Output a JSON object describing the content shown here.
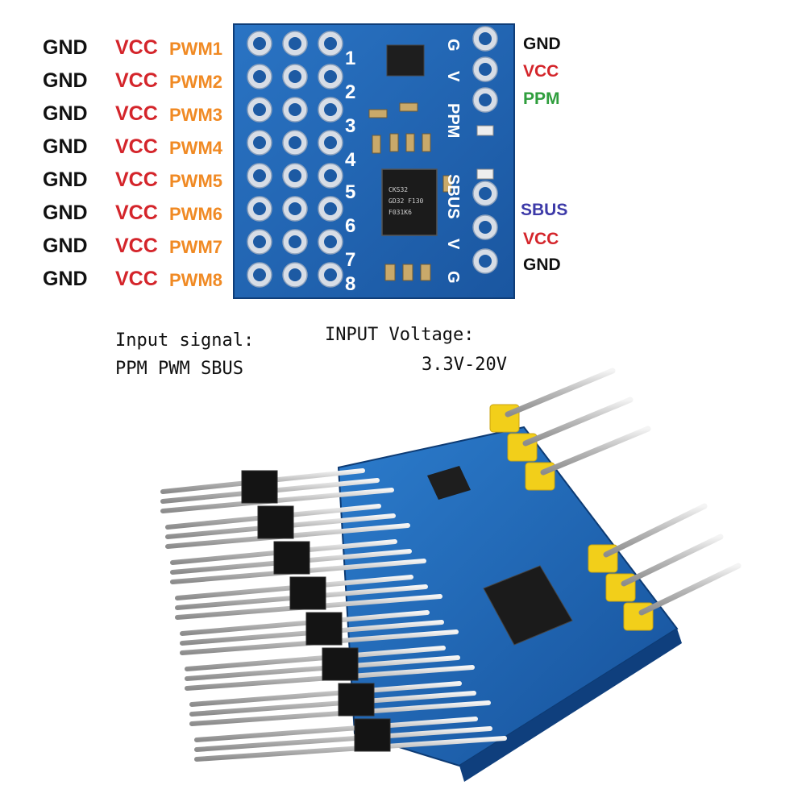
{
  "left_pins": {
    "gnd": [
      "GND",
      "GND",
      "GND",
      "GND",
      "GND",
      "GND",
      "GND",
      "GND"
    ],
    "vcc": [
      "VCC",
      "VCC",
      "VCC",
      "VCC",
      "VCC",
      "VCC",
      "VCC",
      "VCC"
    ],
    "pwm": [
      "PWM1",
      "PWM2",
      "PWM3",
      "PWM4",
      "PWM5",
      "PWM6",
      "PWM7",
      "PWM8"
    ]
  },
  "right_pins": {
    "ppm_group": [
      "GND",
      "VCC",
      "PPM"
    ],
    "sbus_group": [
      "SBUS",
      "VCC",
      "GND"
    ]
  },
  "board_silk": {
    "numbers": [
      "1",
      "2",
      "3",
      "4",
      "5",
      "6",
      "7",
      "8"
    ],
    "ppm_header": [
      "G",
      "V",
      "PPM"
    ],
    "sbus_header": [
      "SBUS",
      "V",
      "G"
    ],
    "chip_text": [
      "CKS32",
      "GD32 F130",
      "F031K6"
    ]
  },
  "notes": {
    "input_signal_title": "Input signal:",
    "input_signal_value": "PPM PWM  SBUS",
    "input_voltage_title": "INPUT Voltage:",
    "input_voltage_value": "3.3V-20V"
  },
  "colors": {
    "gnd": "#111111",
    "vcc": "#d4252b",
    "pwm": "#f08a24",
    "ppm": "#2f9e3d",
    "sbus": "#3d3aa8",
    "pcb_blue": "#1c5fae"
  }
}
